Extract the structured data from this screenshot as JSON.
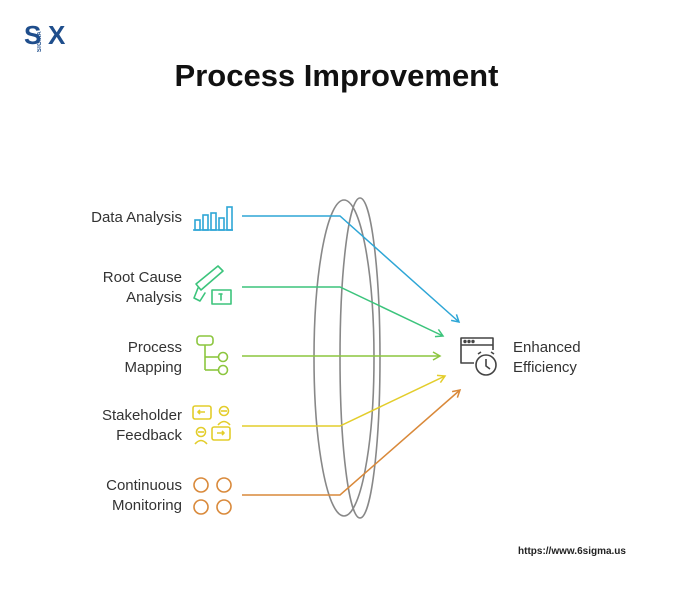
{
  "logo": {
    "letters_left": "S",
    "letters_right": "X",
    "sub": "SIGMA"
  },
  "title": "Process Improvement",
  "inputs": [
    {
      "label_lines": [
        "Data Analysis"
      ],
      "icon": "bar-chart-icon",
      "color": "#2ea6d6"
    },
    {
      "label_lines": [
        "Root Cause",
        "Analysis"
      ],
      "icon": "tools-icon",
      "color": "#3cc47c"
    },
    {
      "label_lines": [
        "Process",
        "Mapping"
      ],
      "icon": "flow-map-icon",
      "color": "#8cc63f"
    },
    {
      "label_lines": [
        "Stakeholder",
        "Feedback"
      ],
      "icon": "conversation-icon",
      "color": "#e3cd2b"
    },
    {
      "label_lines": [
        "Continuous",
        "Monitoring"
      ],
      "icon": "four-circles-icon",
      "color": "#d9893a"
    }
  ],
  "outcome": {
    "label_lines": [
      "Enhanced",
      "Efficiency"
    ],
    "icon": "clock-window-icon"
  },
  "footer_url": "https://www.6sigma.us"
}
